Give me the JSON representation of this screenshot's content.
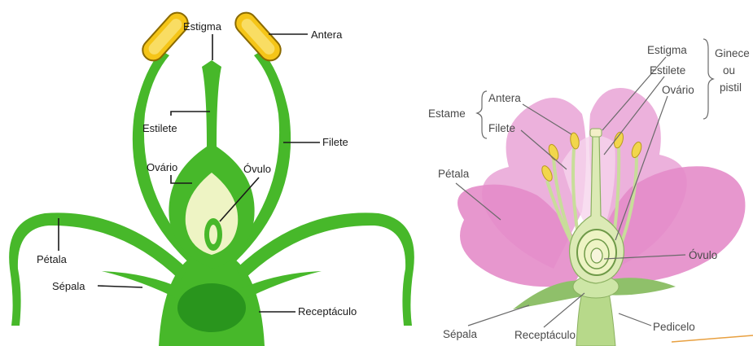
{
  "left_diagram": {
    "labels": {
      "estigma": "Estigma",
      "antera": "Antera",
      "estilete": "Estilete",
      "filete": "Filete",
      "ovario": "Ovário",
      "ovulo": "Óvulo",
      "petala": "Pétala",
      "sepala": "Sépala",
      "receptaculo": "Receptáculo"
    },
    "colors": {
      "green": "#47b82a",
      "light_green": "#7ed957",
      "dark_green": "#1f8a1a",
      "ovary_fill": "#eef4c4",
      "anther": "#f5c518"
    }
  },
  "right_diagram": {
    "labels": {
      "estigma": "Estigma",
      "estilete": "Estilete",
      "ovario": "Ovário",
      "gineceu": "Ginece",
      "ou": "ou",
      "pistilo": "pistil",
      "estame": "Estame",
      "antera": "Antera",
      "filete": "Filete",
      "petala": "Pétala",
      "ovulo": "Óvulo",
      "sepala": "Sépala",
      "receptaculo": "Receptáculo",
      "pedicelo": "Pedicelo"
    },
    "colors": {
      "petal": "#e9a3d6",
      "petal_light": "#f6d4ec",
      "stem": "#b7d98a",
      "anther": "#f2d64b"
    }
  }
}
